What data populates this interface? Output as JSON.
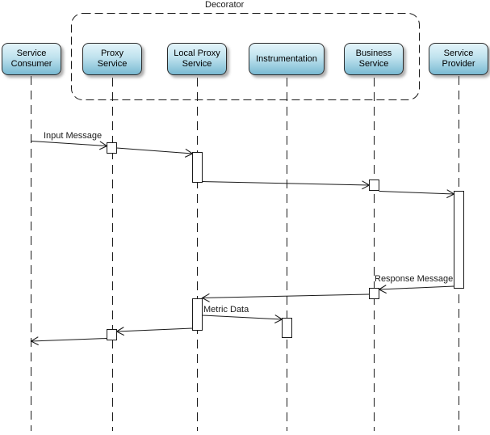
{
  "frame": {
    "label": "Decorator"
  },
  "participants": [
    {
      "label": "Service Consumer",
      "in_frame": false
    },
    {
      "label": "Proxy Service",
      "in_frame": true
    },
    {
      "label": "Local Proxy Service",
      "in_frame": true
    },
    {
      "label": "Instrumentation",
      "in_frame": true
    },
    {
      "label": "Business Service",
      "in_frame": true
    },
    {
      "label": "Service Provider",
      "in_frame": false
    }
  ],
  "messages": [
    {
      "label": "Input Message",
      "from": "Service Consumer",
      "to": "Proxy Service"
    },
    {
      "label": "",
      "from": "Proxy Service",
      "to": "Local Proxy Service"
    },
    {
      "label": "",
      "from": "Local Proxy Service",
      "to": "Business Service"
    },
    {
      "label": "",
      "from": "Business Service",
      "to": "Service Provider"
    },
    {
      "label": "Response Message",
      "from": "Service Provider",
      "to": "Business Service"
    },
    {
      "label": "",
      "from": "Business Service",
      "to": "Local Proxy Service"
    },
    {
      "label": "Metric Data",
      "from": "Local Proxy Service",
      "to": "Instrumentation"
    },
    {
      "label": "",
      "from": "Local Proxy Service",
      "to": "Proxy Service"
    },
    {
      "label": "",
      "from": "Proxy Service",
      "to": "Service Consumer"
    }
  ],
  "colors": {
    "participant_gradient_top": "#e3f4fa",
    "participant_gradient_bottom": "#79b9d2",
    "participant_border": "#2b2b2b",
    "line": "#1a1a1a",
    "background": "#ffffff"
  }
}
